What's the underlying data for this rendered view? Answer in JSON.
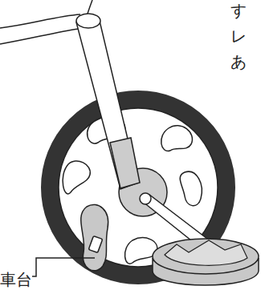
{
  "diagram": {
    "labels": [
      "す",
      "レ",
      "あ",
      "車台"
    ]
  }
}
